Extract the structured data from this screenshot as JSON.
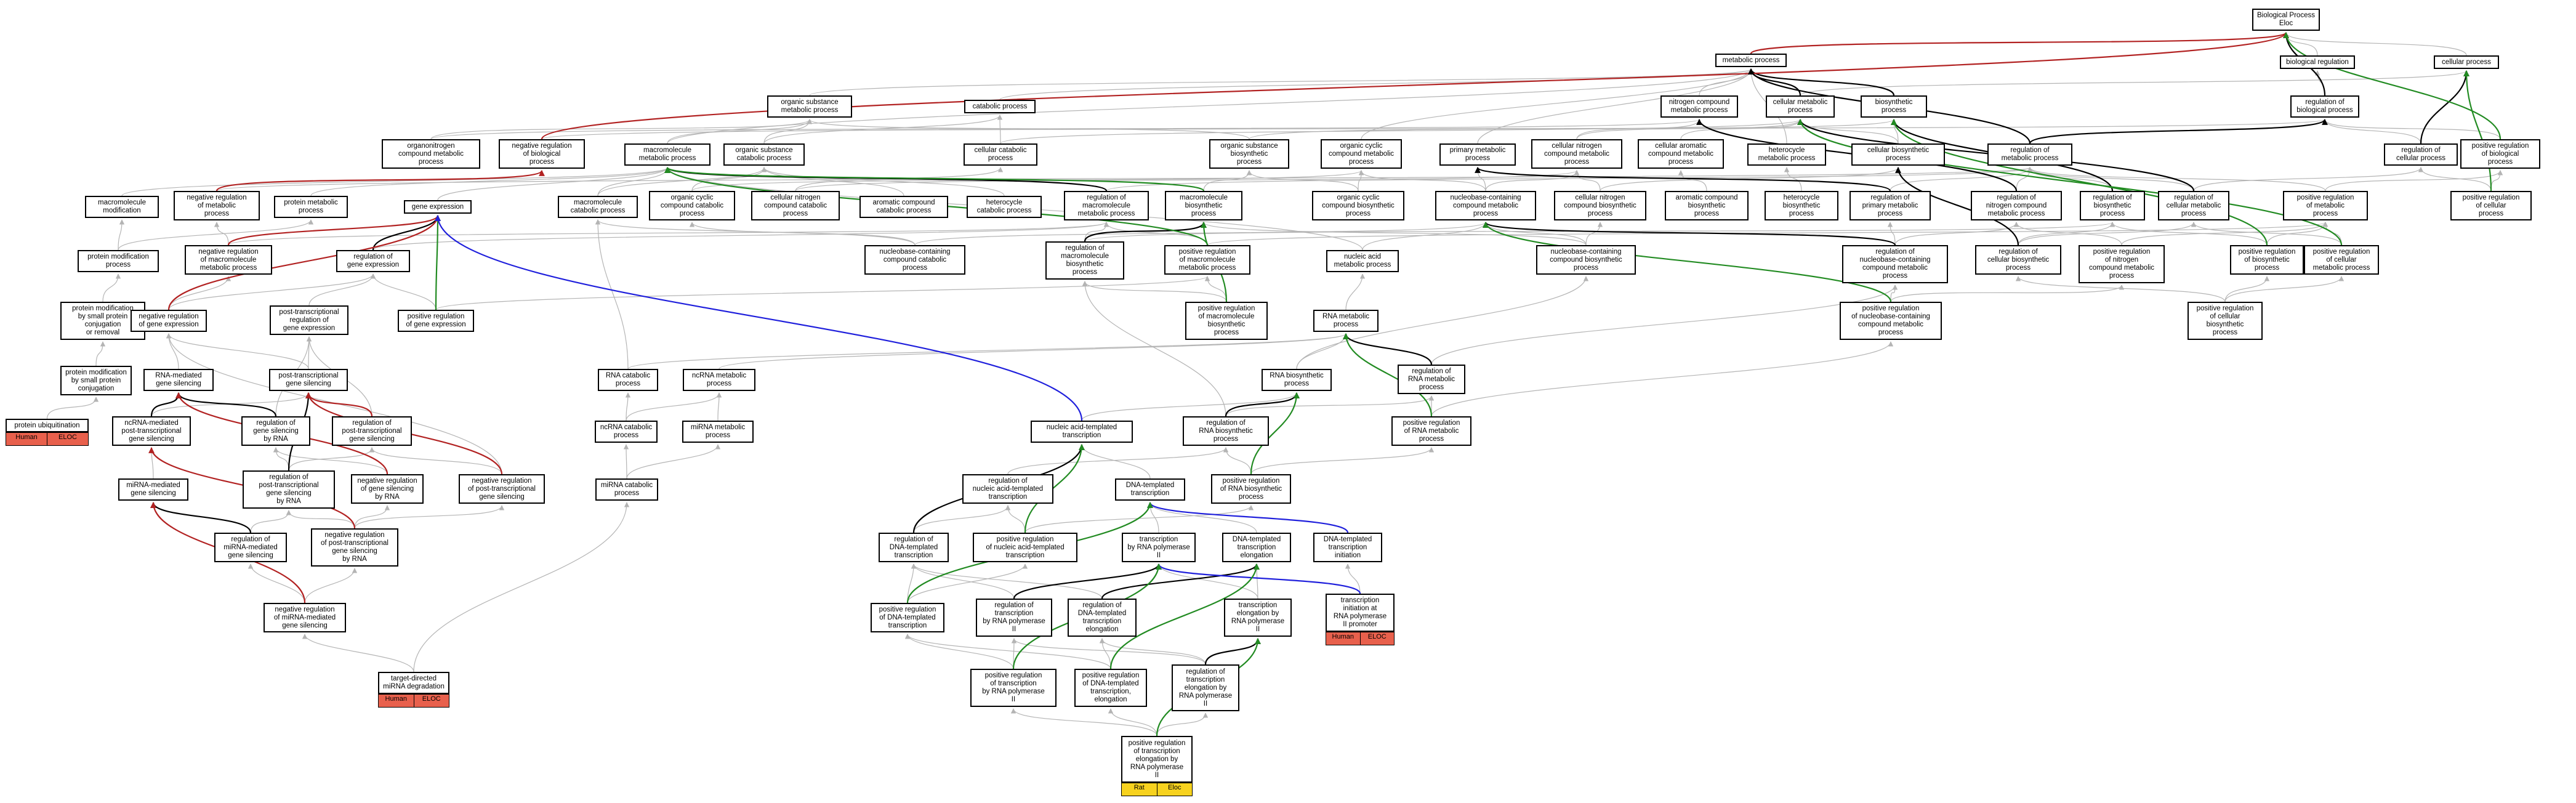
{
  "nodes": [
    {
      "id": "n0",
      "label": "Biological Process\nEloc"
    },
    {
      "id": "n1",
      "label": "metabolic process"
    },
    {
      "id": "n2",
      "label": "biological regulation"
    },
    {
      "id": "n3",
      "label": "cellular process"
    },
    {
      "id": "n4",
      "label": "organic substance\nmetabolic process"
    },
    {
      "id": "n5",
      "label": "catabolic process"
    },
    {
      "id": "n6",
      "label": "nitrogen compound\nmetabolic process"
    },
    {
      "id": "n7",
      "label": "cellular metabolic\nprocess"
    },
    {
      "id": "n8",
      "label": "biosynthetic\nprocess"
    },
    {
      "id": "n9",
      "label": "regulation of\nbiological process"
    },
    {
      "id": "n10",
      "label": "organonitrogen\ncompound metabolic\nprocess"
    },
    {
      "id": "n11",
      "label": "negative regulation\nof biological\nprocess"
    },
    {
      "id": "n12",
      "label": "macromolecule\nmetabolic process"
    },
    {
      "id": "n13",
      "label": "organic substance\ncatabolic process"
    },
    {
      "id": "n14",
      "label": "cellular catabolic\nprocess"
    },
    {
      "id": "n15",
      "label": "organic substance\nbiosynthetic\nprocess"
    },
    {
      "id": "n16",
      "label": "organic cyclic\ncompound metabolic\nprocess"
    },
    {
      "id": "n17",
      "label": "primary metabolic\nprocess"
    },
    {
      "id": "n18",
      "label": "cellular nitrogen\ncompound metabolic\nprocess"
    },
    {
      "id": "n19",
      "label": "cellular aromatic\ncompound metabolic\nprocess"
    },
    {
      "id": "n20",
      "label": "heterocycle\nmetabolic process"
    },
    {
      "id": "n21",
      "label": "cellular biosynthetic\nprocess"
    },
    {
      "id": "n22",
      "label": "regulation of\nmetabolic process"
    },
    {
      "id": "n23",
      "label": "regulation of\ncellular process"
    },
    {
      "id": "n24",
      "label": "positive regulation\nof biological\nprocess"
    },
    {
      "id": "n25",
      "label": "macromolecule\nmodification"
    },
    {
      "id": "n26",
      "label": "negative regulation\nof metabolic\nprocess"
    },
    {
      "id": "n27",
      "label": "protein metabolic\nprocess"
    },
    {
      "id": "n28",
      "label": "gene expression"
    },
    {
      "id": "n29",
      "label": "macromolecule\ncatabolic process"
    },
    {
      "id": "n30",
      "label": "organic cyclic\ncompound catabolic\nprocess"
    },
    {
      "id": "n31",
      "label": "cellular nitrogen\ncompound catabolic\nprocess"
    },
    {
      "id": "n32",
      "label": "aromatic compound\ncatabolic process"
    },
    {
      "id": "n33",
      "label": "heterocycle\ncatabolic process"
    },
    {
      "id": "n34",
      "label": "regulation of\nmacromolecule\nmetabolic process"
    },
    {
      "id": "n35",
      "label": "macromolecule\nbiosynthetic\nprocess"
    },
    {
      "id": "n36",
      "label": "organic cyclic\ncompound biosynthetic\nprocess"
    },
    {
      "id": "n37",
      "label": "nucleobase-containing\ncompound metabolic\nprocess"
    },
    {
      "id": "n38",
      "label": "cellular nitrogen\ncompound biosynthetic\nprocess"
    },
    {
      "id": "n39",
      "label": "aromatic compound\nbiosynthetic\nprocess"
    },
    {
      "id": "n40",
      "label": "heterocycle\nbiosynthetic\nprocess"
    },
    {
      "id": "n41",
      "label": "regulation of\nprimary metabolic\nprocess"
    },
    {
      "id": "n42",
      "label": "regulation of\nnitrogen compound\nmetabolic process"
    },
    {
      "id": "n43",
      "label": "regulation of\nbiosynthetic\nprocess"
    },
    {
      "id": "n44",
      "label": "regulation of\ncellular metabolic\nprocess"
    },
    {
      "id": "n45",
      "label": "positive regulation\nof metabolic\nprocess"
    },
    {
      "id": "n46",
      "label": "positive regulation\nof cellular\nprocess"
    },
    {
      "id": "n47",
      "label": "protein modification\nprocess"
    },
    {
      "id": "n48",
      "label": "negative regulation\nof macromolecule\nmetabolic process"
    },
    {
      "id": "n49",
      "label": "regulation of\ngene expression"
    },
    {
      "id": "n50",
      "label": "nucleobase-containing\ncompound catabolic\nprocess"
    },
    {
      "id": "n51",
      "label": "regulation of\nmacromolecule\nbiosynthetic\nprocess"
    },
    {
      "id": "n52",
      "label": "positive regulation\nof macromolecule\nmetabolic process"
    },
    {
      "id": "n53",
      "label": "nucleic acid\nmetabolic process"
    },
    {
      "id": "n54",
      "label": "nucleobase-containing\ncompound biosynthetic\nprocess"
    },
    {
      "id": "n55",
      "label": "regulation of\nnucleobase-containing\ncompound metabolic\nprocess"
    },
    {
      "id": "n56",
      "label": "regulation of\ncellular biosynthetic\nprocess"
    },
    {
      "id": "n57",
      "label": "positive regulation\nof nitrogen\ncompound metabolic\nprocess"
    },
    {
      "id": "n58",
      "label": "positive regulation\nof biosynthetic\nprocess"
    },
    {
      "id": "n59",
      "label": "positive regulation\nof cellular\nmetabolic process"
    },
    {
      "id": "n60",
      "label": "protein modification\nby small protein\nconjugation\nor removal"
    },
    {
      "id": "n61",
      "label": "negative regulation\nof gene expression"
    },
    {
      "id": "n62",
      "label": "post-transcriptional\nregulation of\ngene expression"
    },
    {
      "id": "n63",
      "label": "positive regulation\nof gene expression"
    },
    {
      "id": "n64",
      "label": "positive regulation\nof macromolecule\nbiosynthetic\nprocess"
    },
    {
      "id": "n65",
      "label": "RNA metabolic\nprocess"
    },
    {
      "id": "n66",
      "label": "positive regulation\nof nucleobase-containing\ncompound metabolic\nprocess"
    },
    {
      "id": "n67",
      "label": "positive regulation\nof cellular\nbiosynthetic\nprocess"
    },
    {
      "id": "n68",
      "label": "protein modification\nby small protein\nconjugation"
    },
    {
      "id": "n69",
      "label": "RNA-mediated\ngene silencing"
    },
    {
      "id": "n70",
      "label": "post-transcriptional\ngene silencing"
    },
    {
      "id": "n71",
      "label": "RNA catabolic\nprocess"
    },
    {
      "id": "n72",
      "label": "ncRNA metabolic\nprocess"
    },
    {
      "id": "n73",
      "label": "RNA biosynthetic\nprocess"
    },
    {
      "id": "n74",
      "label": "regulation of\nRNA metabolic\nprocess"
    },
    {
      "id": "n75",
      "label": "protein ubiquitination"
    },
    {
      "id": "n76",
      "label": "ncRNA-mediated\npost-transcriptional\ngene silencing"
    },
    {
      "id": "n77",
      "label": "regulation of\ngene silencing\nby RNA"
    },
    {
      "id": "n78",
      "label": "regulation of\npost-transcriptional\ngene silencing"
    },
    {
      "id": "n79",
      "label": "ncRNA catabolic\nprocess"
    },
    {
      "id": "n80",
      "label": "miRNA metabolic\nprocess"
    },
    {
      "id": "n81",
      "label": "nucleic acid-templated\ntranscription"
    },
    {
      "id": "n82",
      "label": "regulation of\nRNA biosynthetic\nprocess"
    },
    {
      "id": "n83",
      "label": "positive regulation\nof RNA metabolic\nprocess"
    },
    {
      "id": "n84",
      "label": "miRNA-mediated\ngene silencing"
    },
    {
      "id": "n85",
      "label": "regulation of\npost-transcriptional\ngene silencing\nby RNA"
    },
    {
      "id": "n86",
      "label": "negative regulation\nof gene silencing\nby RNA"
    },
    {
      "id": "n87",
      "label": "negative regulation\nof post-transcriptional\ngene silencing"
    },
    {
      "id": "n88",
      "label": "miRNA catabolic\nprocess"
    },
    {
      "id": "n89",
      "label": "regulation of\nnucleic acid-templated\ntranscription"
    },
    {
      "id": "n90",
      "label": "DNA-templated\ntranscription"
    },
    {
      "id": "n91",
      "label": "positive regulation\nof RNA biosynthetic\nprocess"
    },
    {
      "id": "n92",
      "label": "regulation of\nmiRNA-mediated\ngene silencing"
    },
    {
      "id": "n93",
      "label": "negative regulation\nof post-transcriptional\ngene silencing\nby RNA"
    },
    {
      "id": "n94",
      "label": "regulation of\nDNA-templated\ntranscription"
    },
    {
      "id": "n95",
      "label": "positive regulation\nof nucleic acid-templated\ntranscription"
    },
    {
      "id": "n96",
      "label": "transcription\nby RNA polymerase\nII"
    },
    {
      "id": "n97",
      "label": "DNA-templated\ntranscription\nelongation"
    },
    {
      "id": "n98",
      "label": "DNA-templated\ntranscription\ninitiation"
    },
    {
      "id": "n99",
      "label": "negative regulation\nof miRNA-mediated\ngene silencing"
    },
    {
      "id": "n100",
      "label": "positive regulation\nof DNA-templated\ntranscription"
    },
    {
      "id": "n101",
      "label": "regulation of\ntranscription\nby RNA polymerase\nII"
    },
    {
      "id": "n102",
      "label": "regulation of\nDNA-templated\ntranscription\nelongation"
    },
    {
      "id": "n103",
      "label": "transcription\nelongation by\nRNA polymerase\nII"
    },
    {
      "id": "n104",
      "label": "transcription\ninitiation at\nRNA polymerase\nII promoter"
    },
    {
      "id": "n105",
      "label": "target-directed\nmiRNA degradation"
    },
    {
      "id": "n106",
      "label": "positive regulation\nof transcription\nby RNA polymerase\nII"
    },
    {
      "id": "n107",
      "label": "positive regulation\nof DNA-templated\ntranscription,\nelongation"
    },
    {
      "id": "n108",
      "label": "regulation of\ntranscription\nelongation by\nRNA polymerase\nII"
    },
    {
      "id": "n109",
      "label": "positive regulation\nof transcription\nelongation by\nRNA polymerase\nII"
    }
  ],
  "badges": [
    {
      "id": "b0",
      "color": "red",
      "cells": [
        "Human",
        "ELOC"
      ]
    },
    {
      "id": "b1",
      "color": "red",
      "cells": [
        "Human",
        "ELOC"
      ]
    },
    {
      "id": "b2",
      "color": "red",
      "cells": [
        "Human",
        "ELOC"
      ]
    },
    {
      "id": "b3",
      "color": "yellow",
      "cells": [
        "Rat",
        "Eloc"
      ]
    }
  ],
  "colors": {
    "grey": "#b4b4b4",
    "black": "#000000",
    "red": "#b22222",
    "green": "#228b22",
    "blue": "#1f1fdc",
    "badge_red": "#e8604c",
    "badge_yellow": "#f7d21e"
  }
}
